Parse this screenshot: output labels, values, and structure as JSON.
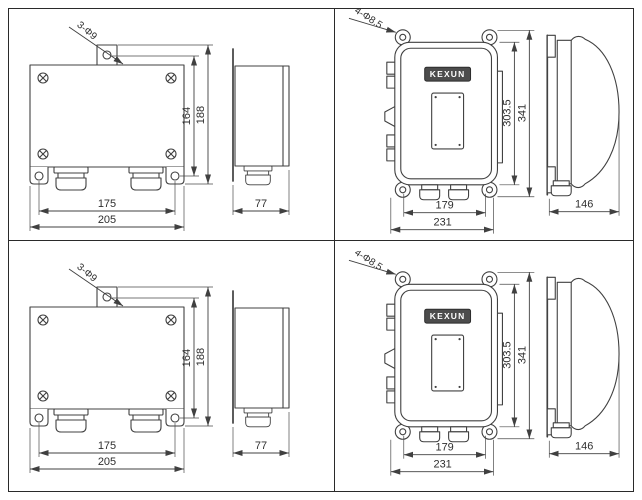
{
  "colors": {
    "line": "#404040",
    "frame_border": "#2a2a2a",
    "background": "#ffffff",
    "brand_plate": "#4c4c4c",
    "brand_text": "#ffffff"
  },
  "panels": [
    {
      "view": "small terminal box - front and side view",
      "hole_callout": "3-Φ9",
      "dim_height_inner": "164",
      "dim_height_outer": "188",
      "dim_width_inner": "175",
      "dim_width_outer": "205",
      "dim_depth": "77"
    },
    {
      "view": "large enclosure box - front and side view",
      "hole_callout": "4-Φ8.5",
      "brand": "KEXUN",
      "dim_height_inner": "303.5",
      "dim_height_outer": "341",
      "dim_width_inner": "179",
      "dim_width_outer": "231",
      "dim_depth": "146"
    },
    {
      "view": "small terminal box - front and side view (repeat)",
      "hole_callout": "3-Φ9",
      "dim_height_inner": "164",
      "dim_height_outer": "188",
      "dim_width_inner": "175",
      "dim_width_outer": "205",
      "dim_depth": "77"
    },
    {
      "view": "large enclosure box - front and side view (repeat)",
      "hole_callout": "4-Φ8.5",
      "brand": "KEXUN",
      "dim_height_inner": "303.5",
      "dim_height_outer": "341",
      "dim_width_inner": "179",
      "dim_width_outer": "231",
      "dim_depth": "146"
    }
  ]
}
